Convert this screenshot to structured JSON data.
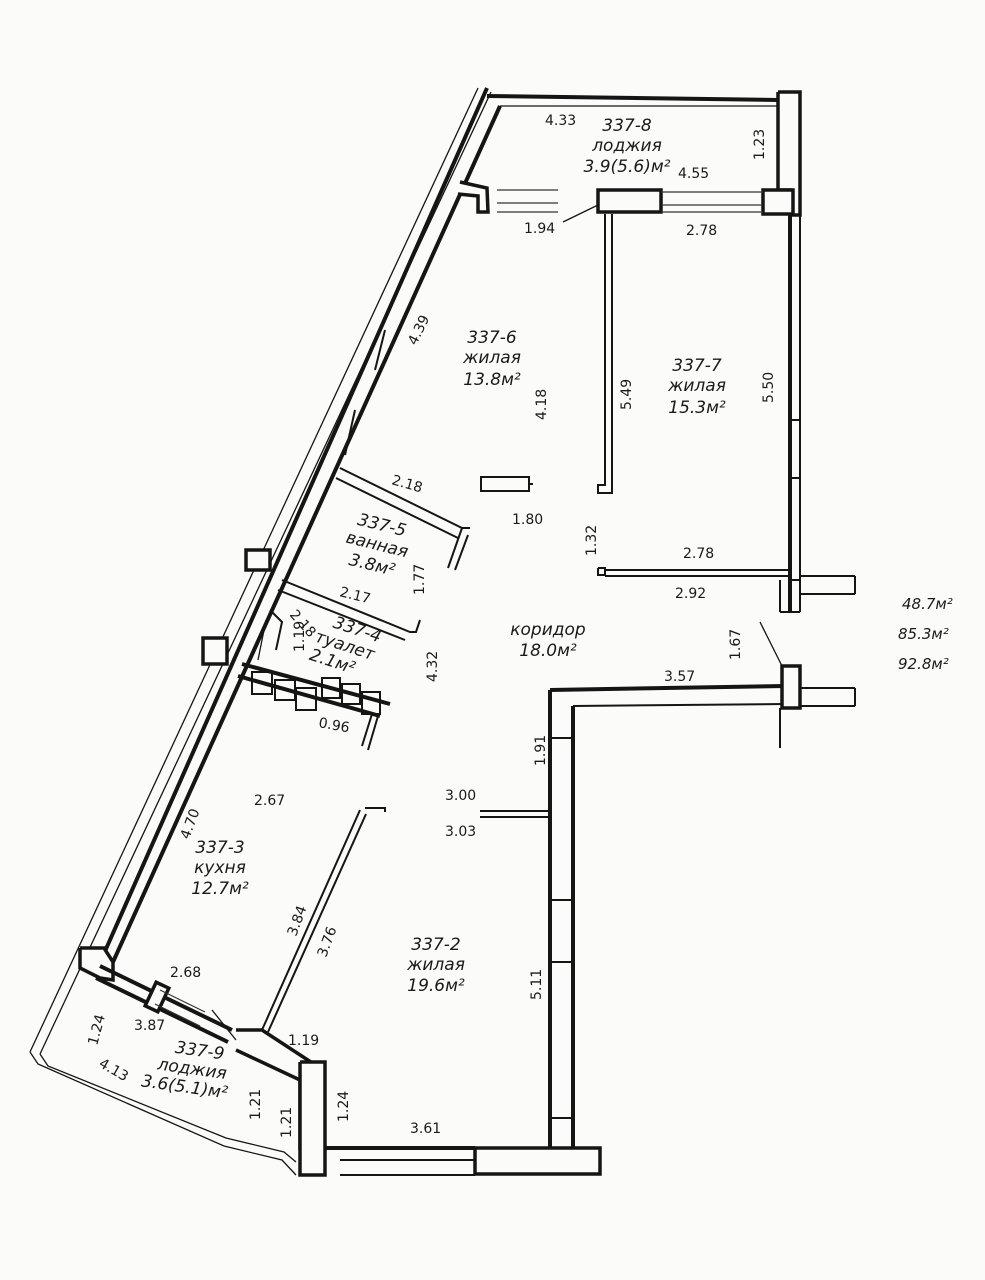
{
  "rooms": [
    {
      "id": "r8",
      "number": "337-8",
      "name": "лоджия",
      "area": "3.9(5.6)м²"
    },
    {
      "id": "r6",
      "number": "337-6",
      "name": "жилая",
      "area": "13.8м²"
    },
    {
      "id": "r7",
      "number": "337-7",
      "name": "жилая",
      "area": "15.3м²"
    },
    {
      "id": "r5",
      "number": "337-5",
      "name": "ванная",
      "area": "3.8м²"
    },
    {
      "id": "r4",
      "number": "337-4",
      "name": "туалет",
      "area": "2.1м²"
    },
    {
      "id": "corr",
      "number": "",
      "name": "коридор",
      "area": "18.0м²"
    },
    {
      "id": "r3",
      "number": "337-3",
      "name": "кухня",
      "area": "12.7м²"
    },
    {
      "id": "r2",
      "number": "337-2",
      "name": "жилая",
      "area": "19.6м²"
    },
    {
      "id": "r9",
      "number": "337-9",
      "name": "лоджия",
      "area": "3.6(5.1)м²"
    }
  ],
  "dimensions": [
    "4.33",
    "1.23",
    "4.55",
    "1.94",
    "2.78",
    "4.39",
    "4.18",
    "5.49",
    "5.50",
    "2.18",
    "1.80",
    "1.32",
    "1.77",
    "2.78",
    "2.17",
    "2.92",
    "2.18",
    "1.19",
    "4.32",
    "1.67",
    "0.96",
    "3.57",
    "1.91",
    "2.67",
    "3.00",
    "3.03",
    "4.70",
    "3.84",
    "3.76",
    "5.11",
    "2.68",
    "3.87",
    "1.24",
    "1.19",
    "4.13",
    "1.21",
    "1.21",
    "1.24",
    "3.61"
  ],
  "totals": [
    "48.7м²",
    "85.3м²",
    "92.8м²"
  ]
}
